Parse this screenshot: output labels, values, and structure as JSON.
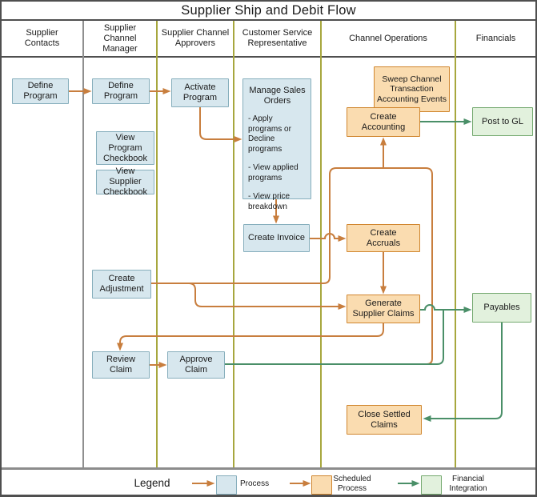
{
  "title": "Supplier Ship and Debit Flow",
  "lanes": [
    {
      "label": "Supplier Contacts"
    },
    {
      "label": "Supplier Channel Manager"
    },
    {
      "label": "Supplier Channel Approvers"
    },
    {
      "label": "Customer Service Representative"
    },
    {
      "label": "Channel Operations"
    },
    {
      "label": "Financials"
    }
  ],
  "nodes": {
    "define_program_sc": {
      "label": "Define Program",
      "type": "process"
    },
    "define_program_scm": {
      "label": "Define Program",
      "type": "process"
    },
    "activate_program": {
      "label": "Activate Program",
      "type": "process"
    },
    "view_program_checkbook": {
      "label": "View Program Checkbook",
      "type": "process"
    },
    "view_supplier_checkbook": {
      "label": "View Supplier Checkbook",
      "type": "process"
    },
    "manage_sales_orders": {
      "label": "Manage Sales Orders",
      "type": "process",
      "bullets": [
        "- Apply programs or Decline programs",
        "- View applied programs",
        "- View price breakdown"
      ]
    },
    "sweep_channel": {
      "label": "Sweep Channel Transaction Accounting Events",
      "type": "scheduled"
    },
    "create_accounting": {
      "label": "Create Accounting",
      "type": "scheduled"
    },
    "post_to_gl": {
      "label": "Post to GL",
      "type": "integration"
    },
    "create_invoice": {
      "label": "Create Invoice",
      "type": "process"
    },
    "create_accruals": {
      "label": "Create Accruals",
      "type": "scheduled"
    },
    "create_adjustment": {
      "label": "Create Adjustment",
      "type": "process"
    },
    "generate_supplier_claims": {
      "label": "Generate Supplier Claims",
      "type": "scheduled"
    },
    "payables": {
      "label": "Payables",
      "type": "integration"
    },
    "review_claim": {
      "label": "Review Claim",
      "type": "process"
    },
    "approve_claim": {
      "label": "Approve Claim",
      "type": "process"
    },
    "close_settled_claims": {
      "label": "Close Settled Claims",
      "type": "scheduled"
    }
  },
  "legend": {
    "title": "Legend",
    "items": [
      {
        "label": "Process",
        "type": "process"
      },
      {
        "label": "Scheduled Process",
        "type": "scheduled"
      },
      {
        "label": "Financial Integration",
        "type": "integration"
      }
    ]
  },
  "colors": {
    "process_fill": "#d7e7ee",
    "process_border": "#86aebc",
    "scheduled_fill": "#fadcb0",
    "scheduled_border": "#d0862f",
    "integration_fill": "#e2f1dd",
    "integration_border": "#74a96f",
    "flow_arrow": "#c87e3e",
    "integration_arrow": "#4a8f68",
    "lane_line": "#a7a73e",
    "lane_line_gray": "#8f8f8f",
    "frame": "#4f4f4f",
    "text": "#1a1a1a"
  }
}
